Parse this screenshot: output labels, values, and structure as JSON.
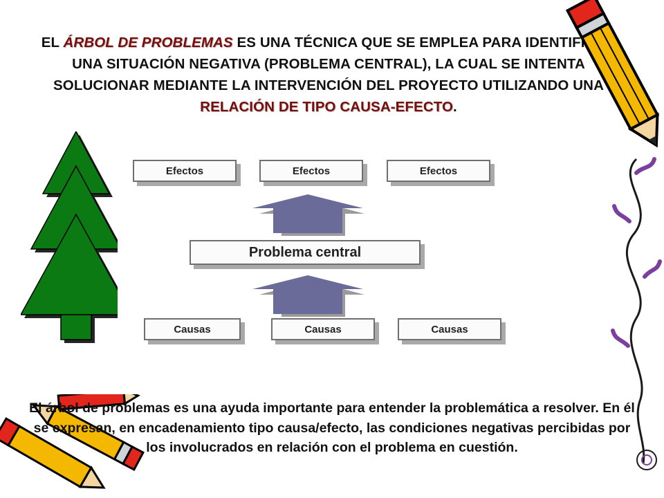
{
  "heading": {
    "part1": "EL ",
    "term": "ÁRBOL DE PROBLEMAS",
    "part2": " ES UNA TÉCNICA QUE SE EMPLEA PARA IDENTIFICAR UNA SITUACIÓN NEGATIVA (PROBLEMA CENTRAL), LA CUAL SE INTENTA SOLUCIONAR MEDIANTE LA INTERVENCIÓN DEL PROYECTO UTILIZANDO UNA ",
    "relation": "RELACIÓN DE TIPO CAUSA-EFECTO",
    "end": "."
  },
  "diagram": {
    "effects": [
      "Efectos",
      "Efectos",
      "Efectos"
    ],
    "central": "Problema central",
    "causes": [
      "Causas",
      "Causas",
      "Causas"
    ],
    "arrow_color": "#6b6b9a"
  },
  "paragraph": "El árbol de problemas es una ayuda importante para entender la problemática a resolver. En él se expresan, en encadenamiento tipo causa/efecto, las condiciones negativas percibidas por los involucrados en relación con el problema en cuestión.",
  "colors": {
    "tree_green": "#0b7a12",
    "highlight_red": "#7a0c0c",
    "pencil_yellow": "#f5b800",
    "pencil_red": "#e2261b"
  }
}
